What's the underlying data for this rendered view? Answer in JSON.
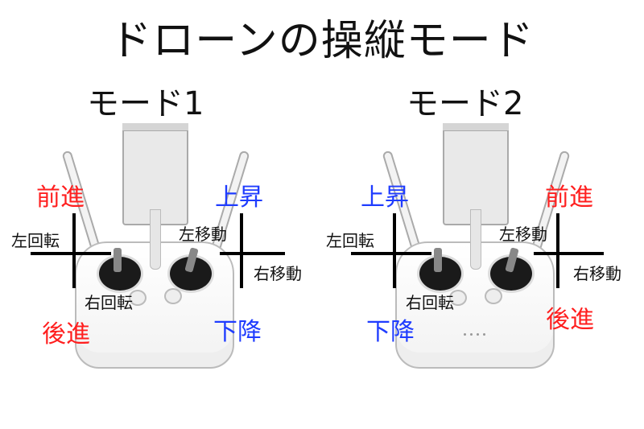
{
  "title": "ドローンの操縦モード",
  "colors": {
    "forward_back": "#ff1f1f",
    "up_down": "#1f3cff"
  },
  "mode1": {
    "heading": "モード1",
    "left_top": "前進",
    "left_bottom": "後進",
    "right_top": "上昇",
    "right_bottom": "下降",
    "rotate_left": "左回転",
    "rotate_right": "右回転",
    "move_left": "左移動",
    "move_right": "右移動"
  },
  "mode2": {
    "heading": "モード2",
    "left_top": "上昇",
    "left_bottom": "下降",
    "right_top": "前進",
    "right_bottom": "後進",
    "rotate_left": "左回転",
    "rotate_right": "右回転",
    "move_left": "左移動",
    "move_right": "右移動"
  }
}
